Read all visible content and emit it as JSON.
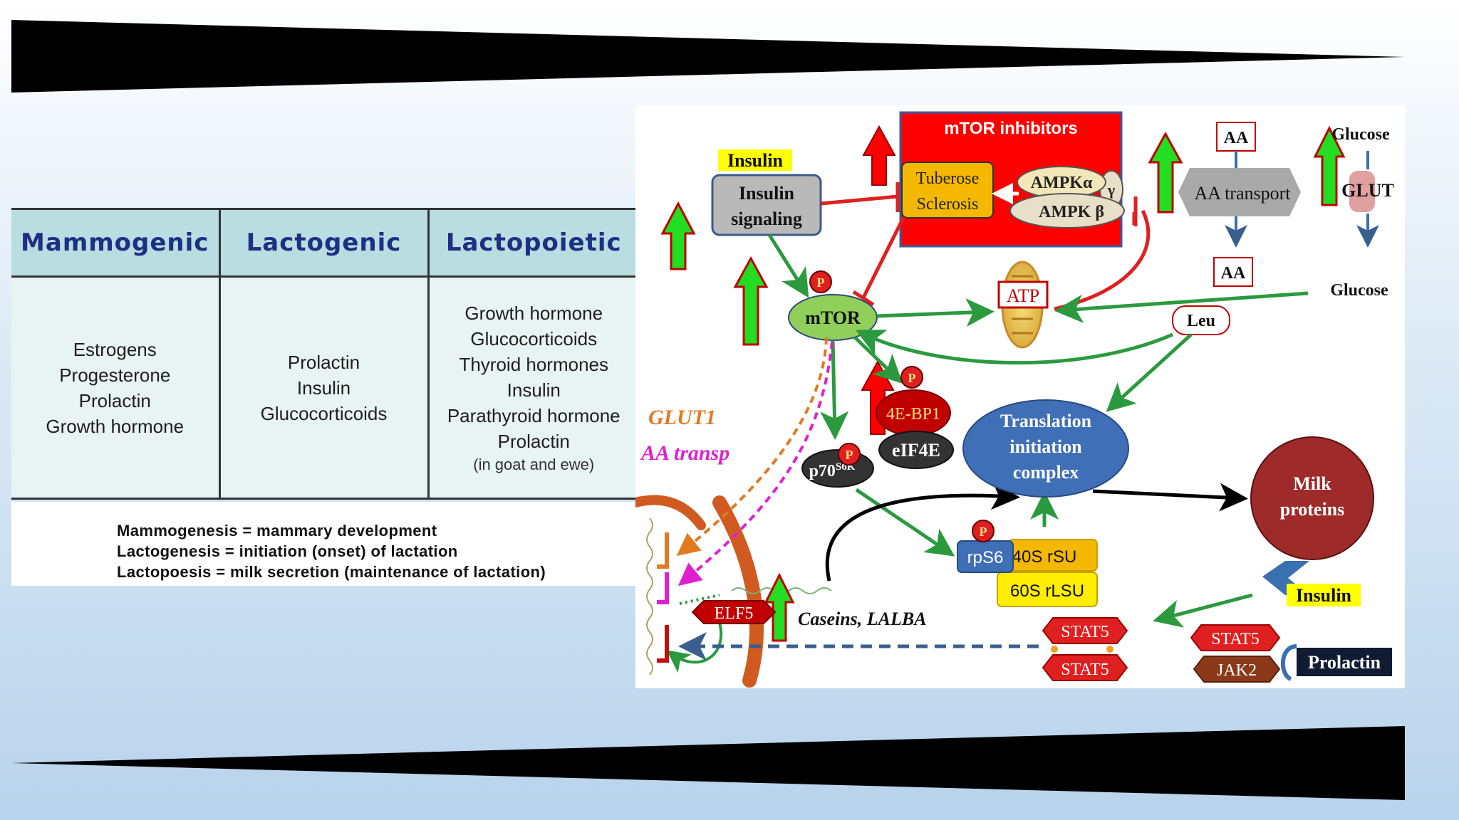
{
  "table": {
    "headers": [
      "Mammogenic",
      "Lactogenic",
      "Lactopoietic"
    ],
    "mammogenic": [
      "Estrogens",
      "Progesterone",
      "Prolactin",
      "Growth hormone"
    ],
    "lactogenic": [
      "Prolactin",
      "Insulin",
      "Glucocorticoids"
    ],
    "lactopoietic": [
      "Growth hormone",
      "Glucocorticoids",
      "Thyroid hormones",
      "Insulin",
      "Parathyroid hormone",
      "Prolactin"
    ],
    "lactopoietic_note": "(in goat and ewe)"
  },
  "definitions": [
    "Mammogenesis = mammary development",
    "Lactogenesis = initiation (onset) of lactation",
    "Lactopoesis = milk secretion (maintenance of lactation)"
  ],
  "pathway": {
    "mtor_inhibitors_title": "mTOR inhibitors",
    "tuberose_line1": "Tuberose",
    "tuberose_line2": "Sclerosis",
    "ampk_alpha": "AMPKα",
    "ampk_beta": "AMPK β",
    "ampk_gamma": "γ",
    "insulin_label_top": "Insulin",
    "insulin_signaling_line1": "Insulin",
    "insulin_signaling_line2": "signaling",
    "aa_top": "AA",
    "aa_transport": "AA transport",
    "glucose_top": "Glucose",
    "glut": "GLUT",
    "aa_mid": "AA",
    "glucose_mid": "Glucose",
    "mtor": "mTOR",
    "atp": "ATP",
    "leu": "Leu",
    "phospho": "P",
    "eif4ebp1": "4E-BP1",
    "eif4e": "eIF4E",
    "p70": "p70",
    "p70_sup": "S6K",
    "glut1": "GLUT1",
    "aa_transp": "AA transp",
    "translation_line1": "Translation",
    "translation_line2": "initiation",
    "translation_line3": "complex",
    "milk_line1": "Milk",
    "milk_line2": "proteins",
    "rps6": "rpS6",
    "rsu40": "40S rSU",
    "rlsu60": "60S rLSU",
    "elf5": "ELF5",
    "caseins": "Caseins, LALBA",
    "stat5": "STAT5",
    "jak2": "JAK2",
    "insulin_bottom": "Insulin",
    "prolactin": "Prolactin"
  },
  "colors": {
    "table_header_bg": "#b9dde0",
    "table_header_text": "#1f2f84",
    "table_body_bg": "#e8f4f3",
    "activation_arrow": "#2b9a3e",
    "inhibition": "#e02020",
    "up_arrow_fill": "#22dd22",
    "up_arrow_stroke": "#c00000",
    "mtor_fill": "#8fcf5a",
    "translation_fill": "#3f6fb6",
    "milk_fill": "#9e2a2a",
    "stat5_fill": "#e02020",
    "jak2_fill": "#8a3a1a",
    "prolactin_bg": "#111c33",
    "insulin_highlight": "#ffff00"
  }
}
